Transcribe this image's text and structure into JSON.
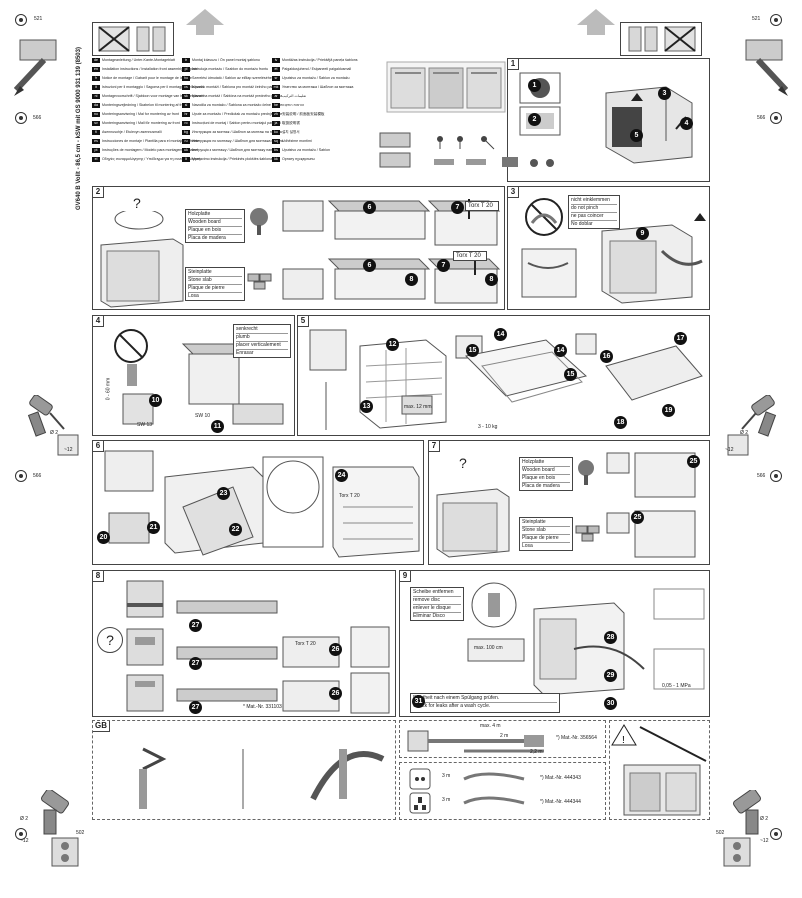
{
  "doc_code": "GV640 B Vollt - 86,5 cm - kSW mit GS 9000 931 139 (8503)",
  "dimensions": {
    "top_left": "521",
    "top_right": "521",
    "left_mid": "566",
    "right_mid": "566",
    "left_low": "566",
    "right_low": "566",
    "bottom_left": "502",
    "bottom_right": "502",
    "diam": "Ø 2",
    "depth": "~12"
  },
  "languages": {
    "col1": [
      {
        "code": "de",
        "text": "Montageanleitung / Unter-Kante-Montageblatt"
      },
      {
        "code": "en",
        "text": "Installation instructions / Installation front assembly template"
      },
      {
        "code": "fr",
        "text": "Notice de montage / Gabarit pour le montage de la porte"
      },
      {
        "code": "it",
        "text": "Istruzioni per il montaggio / Sagoma per il montaggio della porta"
      },
      {
        "code": "nl",
        "text": "Montagevoorschrift / Sjabloon voor montage van het frontpaneel"
      },
      {
        "code": "da",
        "text": "Monteringsvejledning / Skabelon til montering af front"
      },
      {
        "code": "no",
        "text": "Monteringsanvisning / Mal for montering av front"
      },
      {
        "code": "sv",
        "text": "Monteringsanvisning / Mall för montering av front"
      },
      {
        "code": "fi",
        "text": "Asennusohje / Etulevyn asennusmalli"
      },
      {
        "code": "es",
        "text": "Instrucciones de montaje / Plantilla para el montaje del frente"
      },
      {
        "code": "pt",
        "text": "Instruções de montagem / Modelo para montagem do painel"
      },
      {
        "code": "el",
        "text": "Οδηγίες συναρμολόγησης / Υπόδειγμα για τη συναρμολόγηση"
      }
    ],
    "col2": [
      {
        "code": "tr",
        "text": "Montaj kılavuzu / Ön panel montaj şablonu"
      },
      {
        "code": "pl",
        "text": "Instrukcja montażu / Szablon do montażu frontu"
      },
      {
        "code": "hu",
        "text": "Szerelési útmutató / Sablon az előlap szereléséhez"
      },
      {
        "code": "cs",
        "text": "Návod k montáži / Šablona pro montáž čelního panelu"
      },
      {
        "code": "sk",
        "text": "Návod na montáž / Šablóna na montáž predného panela"
      },
      {
        "code": "sl",
        "text": "Navodila za montažo / Šablona za montažo čelne plošče"
      },
      {
        "code": "hr",
        "text": "Upute za montažu / Predložak za montažu prednje ploče"
      },
      {
        "code": "ro",
        "text": "Instrucțiuni de montaj / Șablon pentru montajul panoului"
      },
      {
        "code": "bg",
        "text": "Инструкция за монтаж / Шаблон за монтаж на панела"
      },
      {
        "code": "ru",
        "text": "Инструкция по монтажу / Шаблон для монтажа панели"
      },
      {
        "code": "uk",
        "text": "Інструкція з монтажу / Шаблон для монтажу панелі"
      },
      {
        "code": "lt",
        "text": "Montavimo instrukcija / Priekinės plokštės šablonas"
      }
    ],
    "col3": [
      {
        "code": "lv",
        "text": "Montāžas instrukcija / Priekšējā paneļa šablons"
      },
      {
        "code": "et",
        "text": "Paigaldusjuhend / Esipaneeli paigaldusmall"
      },
      {
        "code": "sr",
        "text": "Uputstvo za montažu / Šablon za montažu"
      },
      {
        "code": "mk",
        "text": "Упатство за монтажа / Шаблон за монтажа"
      },
      {
        "code": "ar",
        "text": "تعليمات التركيب"
      },
      {
        "code": "he",
        "text": "הוראות התקנה"
      },
      {
        "code": "zh",
        "text": "安装说明 / 前面板安装模板"
      },
      {
        "code": "ja",
        "text": "取扱説明書"
      },
      {
        "code": "ko",
        "text": "설치 설명서"
      },
      {
        "code": "sq",
        "text": "Udhëzime montimi"
      },
      {
        "code": "bs",
        "text": "Uputstvo za montažu / Šablon"
      },
      {
        "code": "kk",
        "text": "Орнату нұсқаулығы"
      }
    ]
  },
  "panels": {
    "p1": "1",
    "p2": "2",
    "p3": "3",
    "p4": "4",
    "p5": "5",
    "p6": "6",
    "p7": "7",
    "p8": "8",
    "p9": "9",
    "gb": "GB"
  },
  "panel2": {
    "wood": [
      "Holzplatte",
      "Wooden board",
      "Plaque en bois",
      "Placa de madera"
    ],
    "stone": [
      "Steinplatte",
      "Stone slab",
      "Plaque de pierre",
      "Losa"
    ],
    "torx1": "Torx T 20",
    "torx2": "Torx T 20",
    "question": "?"
  },
  "panel3": {
    "warn": [
      "nicht einklemmen",
      "do not pinch",
      "ne pas coincer",
      "No doblar"
    ]
  },
  "panel4": {
    "vertical": [
      "senkrecht",
      "plumb",
      "placer verticalement",
      "Enrasar"
    ],
    "sw13": "SW 13",
    "sw10": "SW 10",
    "height": "0 - 60 mm"
  },
  "panel5": {
    "max": "max. 12 mm",
    "weight": "3 - 10 kg"
  },
  "panel6": {
    "note": "Torx T 20"
  },
  "panel7": {
    "wood": [
      "Holzplatte",
      "Wooden board",
      "Plaque en bois",
      "Placa de madera"
    ],
    "stone": [
      "Steinplatte",
      "Stone slab",
      "Plaque de pierre",
      "Losa"
    ],
    "question": "?"
  },
  "panel8": {
    "question": "?",
    "mat": "* Mat.-Nr. 331103",
    "torx": "Torx T 20"
  },
  "panel9": {
    "disc": [
      "Scheibe entfernen",
      "remove disc",
      "enlever le disque",
      "Eliminar Disco"
    ],
    "drain_note": [
      "Dichtheit nach einem Spülgang prüfen.",
      "Check for leaks after a wash cycle."
    ],
    "max": "max. 100 cm",
    "pressure": "0,05 - 1 MPa"
  },
  "accessories": {
    "hose_max": "max. 4 m",
    "hose_mat": "*) Mat.-Nr. 356564",
    "len1": "2 m",
    "len2": "2,2 m",
    "socket_mat1": "*) Mat.-Nr. 444343",
    "socket_mat2": "*) Mat.-Nr. 444344",
    "len3": "3 m",
    "len4": "3 m"
  }
}
